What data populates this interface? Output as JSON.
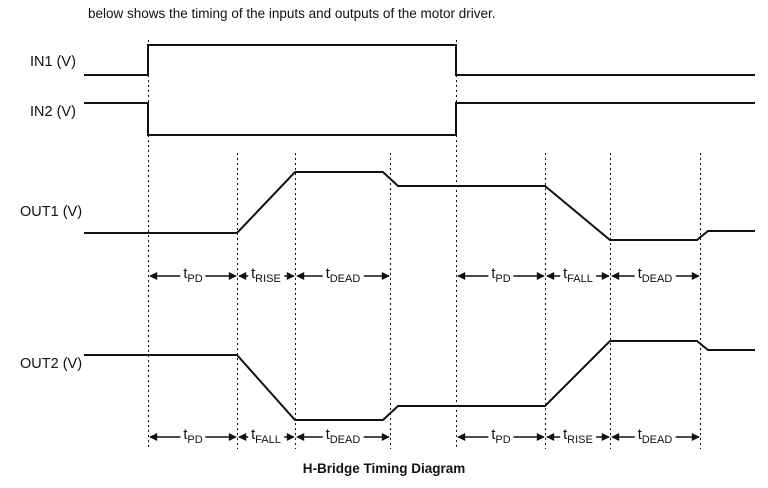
{
  "header": {
    "description": "below shows the timing of the inputs and outputs of the motor driver."
  },
  "signals": {
    "in1": {
      "label": "IN1 (V)"
    },
    "in2": {
      "label": "IN2 (V)"
    },
    "out1": {
      "label": "OUT1 (V)"
    },
    "out2": {
      "label": "OUT2 (V)"
    }
  },
  "timings": {
    "out1": [
      {
        "prefix": "t",
        "sub": "PD"
      },
      {
        "prefix": "t",
        "sub": "RISE"
      },
      {
        "prefix": "t",
        "sub": "DEAD"
      },
      {
        "prefix": "t",
        "sub": "PD"
      },
      {
        "prefix": "t",
        "sub": "FALL"
      },
      {
        "prefix": "t",
        "sub": "DEAD"
      }
    ],
    "out2": [
      {
        "prefix": "t",
        "sub": "PD"
      },
      {
        "prefix": "t",
        "sub": "FALL"
      },
      {
        "prefix": "t",
        "sub": "DEAD"
      },
      {
        "prefix": "t",
        "sub": "PD"
      },
      {
        "prefix": "t",
        "sub": "RISE"
      },
      {
        "prefix": "t",
        "sub": "DEAD"
      }
    ]
  },
  "caption": "H-Bridge Timing Diagram",
  "colors": {
    "ink": "#111111",
    "background": "#ffffff"
  }
}
